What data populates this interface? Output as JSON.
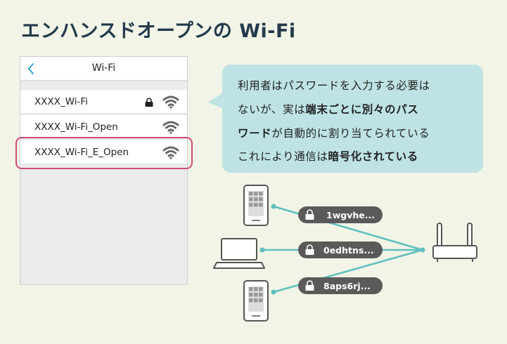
{
  "title": "エンハンスドオープンの Wi-Fi",
  "phone": {
    "header_title": "Wi-Fi",
    "networks": [
      {
        "name": "XXXX_Wi-Fi",
        "locked": true
      },
      {
        "name": "XXXX_Wi-Fi_Open",
        "locked": false
      },
      {
        "name": "XXXX_Wi-Fi_E_Open",
        "locked": false,
        "highlighted": true
      }
    ]
  },
  "callout": {
    "line1": "利用者はパスワードを入力する必要は",
    "line2_pre": "ないが、実は",
    "line2_bold": "端末ごとに別々のパス",
    "line3_bold": "ワード",
    "line3_post": "が自動的に割り当てられている",
    "line4_pre": "これにより通信は",
    "line4_bold": "暗号化されている"
  },
  "devices": [
    {
      "type": "smartphone",
      "password": "1wgvhe..."
    },
    {
      "type": "laptop",
      "password": "0edhtns..."
    },
    {
      "type": "smartphone",
      "password": "8aps6rj..."
    }
  ],
  "colors": {
    "background": "#f1f4e6",
    "title": "#233a4c",
    "highlight": "#d24a7d",
    "callout": "#bfe3e5",
    "connection": "#5fbfbf",
    "pill": "#5a5a5a",
    "device_stroke": "#555555"
  }
}
